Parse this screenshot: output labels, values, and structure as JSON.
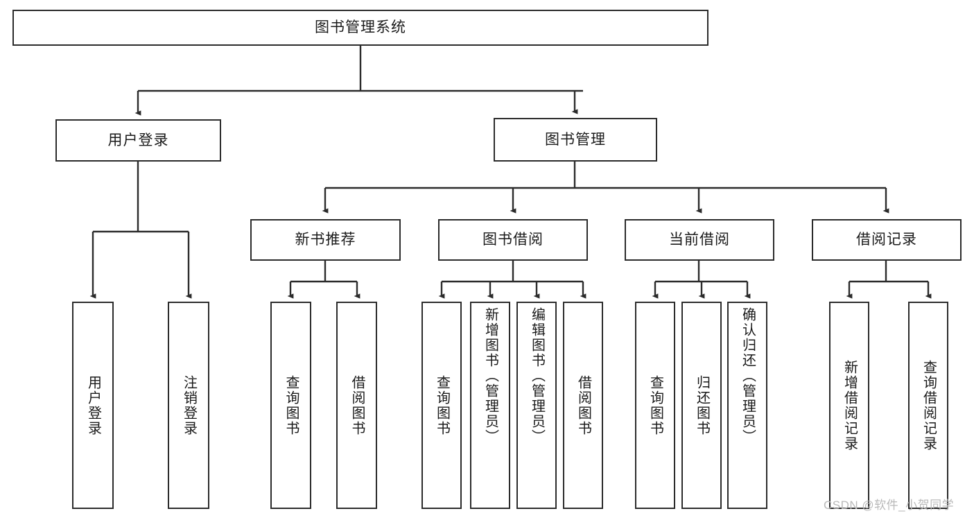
{
  "diagram": {
    "title": "图书管理系统",
    "type": "tree-hierarchy",
    "root": {
      "label": "图书管理系统"
    },
    "level2": [
      {
        "id": "user-login",
        "label": "用户登录"
      },
      {
        "id": "book-management",
        "label": "图书管理"
      }
    ],
    "level3": [
      {
        "id": "new-book-recommend",
        "label": "新书推荐"
      },
      {
        "id": "book-borrow",
        "label": "图书借阅"
      },
      {
        "id": "current-borrow",
        "label": "当前借阅"
      },
      {
        "id": "borrow-record",
        "label": "借阅记录"
      }
    ],
    "leaves": {
      "user_login": [
        {
          "id": "leaf-user-login",
          "label": "用户登录"
        },
        {
          "id": "leaf-logout",
          "label": "注销登录"
        }
      ],
      "new_book_recommend": [
        {
          "id": "leaf-query-book-1",
          "label": "查询图书"
        },
        {
          "id": "leaf-borrow-book-1",
          "label": "借阅图书"
        }
      ],
      "book_borrow": [
        {
          "id": "leaf-query-book-2",
          "label": "查询图书"
        },
        {
          "id": "leaf-add-book",
          "label": "新增图书（管理员）"
        },
        {
          "id": "leaf-edit-book",
          "label": "编辑图书（管理员）"
        },
        {
          "id": "leaf-borrow-book-2",
          "label": "借阅图书"
        }
      ],
      "current_borrow": [
        {
          "id": "leaf-query-book-3",
          "label": "查询图书"
        },
        {
          "id": "leaf-return-book",
          "label": "归还图书"
        },
        {
          "id": "leaf-confirm-return",
          "label": "确认归还（管理员）"
        }
      ],
      "borrow_record": [
        {
          "id": "leaf-add-record",
          "label": "新增借阅记录"
        },
        {
          "id": "leaf-query-record",
          "label": "查询借阅记录"
        }
      ]
    }
  },
  "watermark": {
    "text": "CSDN @软件_小贺同学"
  },
  "colors": {
    "border": "#2b2b2b",
    "background": "#ffffff",
    "text": "#1a1a1a",
    "watermark": "#b9b9b9"
  }
}
